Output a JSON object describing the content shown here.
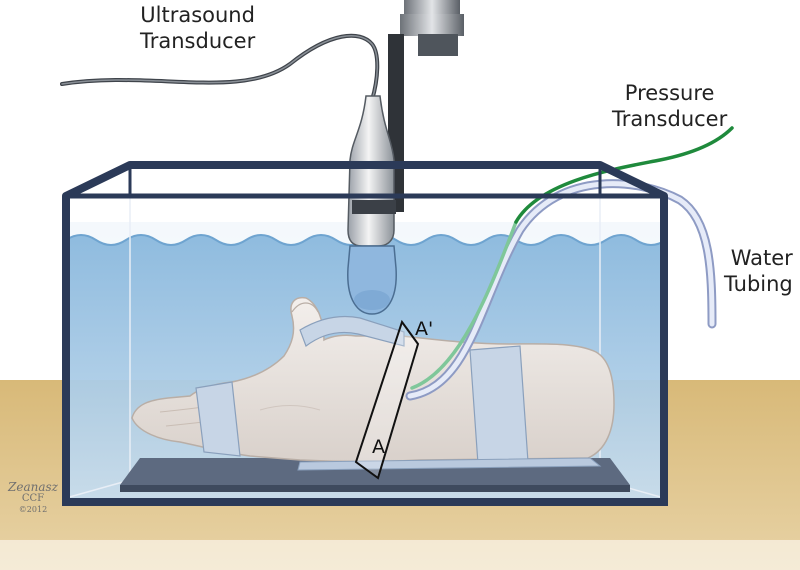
{
  "labels": {
    "ultrasound_transducer": [
      "Ultrasound",
      "Transducer"
    ],
    "pressure_transducer": [
      "Pressure",
      "Transducer"
    ],
    "water_tubing": [
      "Water",
      "Tubing"
    ]
  },
  "markers": {
    "plane_bottom": "A",
    "plane_top": "A'"
  },
  "signature": {
    "name": "Zeanasz",
    "org": "CCF",
    "year": "©2012"
  },
  "colors": {
    "table": "#dcc08a",
    "water": "#9ec4e2",
    "water_surface": "#7fb0d8",
    "tank_frame": "#2b3a58",
    "hand_skin": "#e9e3de",
    "strap": "#c7d5e6",
    "pressure_cable": "#1f8a3c",
    "water_tube": "#c5d1ee",
    "ultrasound_cable": "#4a4f57"
  }
}
